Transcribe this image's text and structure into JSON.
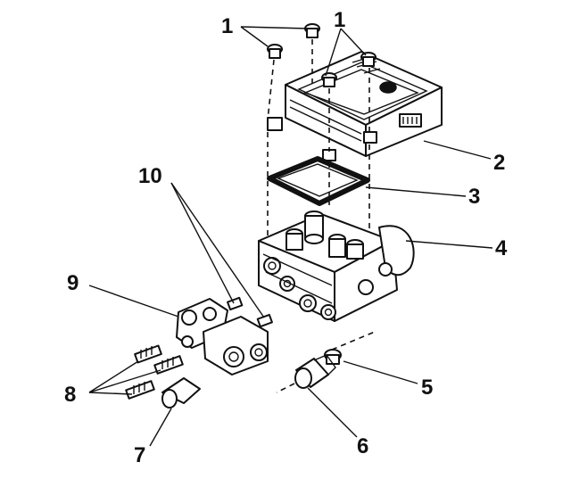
{
  "callouts": [
    {
      "id": "c1a",
      "label": "1"
    },
    {
      "id": "c1b",
      "label": "1"
    },
    {
      "id": "c2",
      "label": "2"
    },
    {
      "id": "c3",
      "label": "3"
    },
    {
      "id": "c4",
      "label": "4"
    },
    {
      "id": "c5",
      "label": "5"
    },
    {
      "id": "c6",
      "label": "6"
    },
    {
      "id": "c7",
      "label": "7"
    },
    {
      "id": "c8",
      "label": "8"
    },
    {
      "id": "c9",
      "label": "9"
    },
    {
      "id": "c10",
      "label": "10"
    }
  ],
  "colors": {
    "ink": "#111111",
    "paper": "#ffffff"
  }
}
